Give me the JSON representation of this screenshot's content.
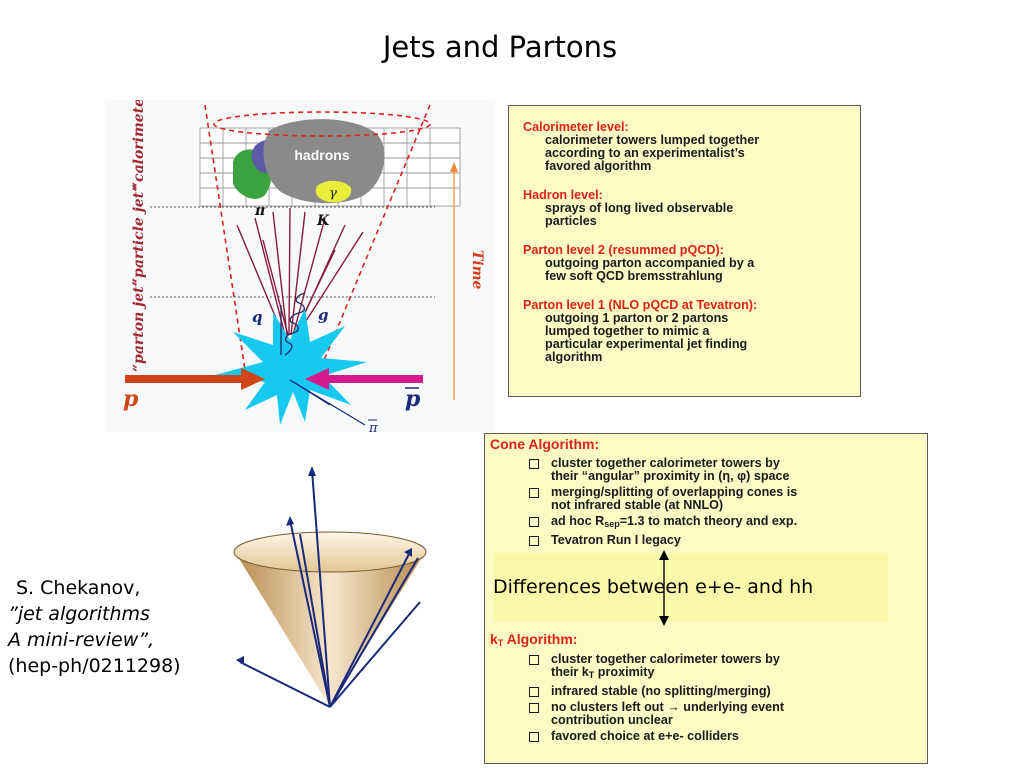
{
  "slide": {
    "title": "Jets and Partons"
  },
  "jet_diagram": {
    "side_labels": [
      "“calorimeter jet”",
      "“particle jet”",
      "“parton jet”"
    ],
    "hadrons_label": "hadrons",
    "time_label": "Time",
    "particles": {
      "pi": "π",
      "kaon": "K",
      "gamma": "γ",
      "quark": "q",
      "gluon": "g",
      "proton": "p",
      "antiproton": "p",
      "anti_pi": "π"
    },
    "colors": {
      "calorimeter_blob": "#8a8a8a",
      "green_blob": "#3aa23f",
      "purple_blob": "#5e5ba6",
      "yellow_blob": "#e9ee3a",
      "collision_star": "#17c8ef",
      "proton_arrow": "#cf4517",
      "antiproton_arrow": "#d41a8c",
      "cone_lines": "#e0201a",
      "tracks": "#8a1a3a",
      "time_arrow": "#ef8a3a"
    }
  },
  "levels": [
    {
      "heading": "Calorimeter level:",
      "lines": [
        "calorimeter towers lumped together",
        "according to an experimentalist’s",
        "favored algorithm"
      ]
    },
    {
      "heading": "Hadron level:",
      "lines": [
        "sprays of long lived observable",
        "particles"
      ]
    },
    {
      "heading": "Parton level 2 (resummed pQCD):",
      "lines": [
        "outgoing parton accompanied by a",
        "few soft QCD bremsstrahlung"
      ]
    },
    {
      "heading": "Parton level 1 (NLO pQCD at Tevatron):",
      "lines": [
        "outgoing 1 parton or 2 partons",
        "lumped together to mimic a",
        "particular experimental jet finding",
        "algorithm"
      ]
    }
  ],
  "citation": {
    "author": "S. Chekanov,",
    "title_line1": "”jet algorithms",
    "title_line2": "A mini-review”,",
    "ref": "(hep-ph/0211298)"
  },
  "algorithms": {
    "cone": {
      "heading": "Cone Algorithm:",
      "items": [
        {
          "line1": "cluster together calorimeter towers by",
          "line2": "their “angular” proximity in (η, φ) space"
        },
        {
          "line1": "merging/splitting of overlapping cones is",
          "line2": "not infrared stable (at NNLO)"
        },
        {
          "pre": "ad hoc R",
          "sub": "sep",
          "post": "=1.3 to match theory and exp."
        },
        {
          "line1": "Tevatron Run I legacy"
        }
      ]
    },
    "difference_label": "Differences between e+e- and hh",
    "kt": {
      "heading_main": "k",
      "heading_sub": "T",
      "heading_rest": " Algorithm:",
      "items": [
        {
          "line1": "cluster together calorimeter towers by",
          "line2_pre": "their k",
          "line2_sub": "T",
          "line2_post": " proximity"
        },
        {
          "line1": "infrared stable (no splitting/merging)"
        },
        {
          "line1": "no clusters left out → underlying event",
          "line2": "contribution unclear"
        },
        {
          "line1": "favored choice at e+e- colliders"
        }
      ]
    }
  },
  "colors": {
    "box_fill": "#fdfac6",
    "highlight_band": "#fbf8aa",
    "heading_red": "#d9241b"
  }
}
